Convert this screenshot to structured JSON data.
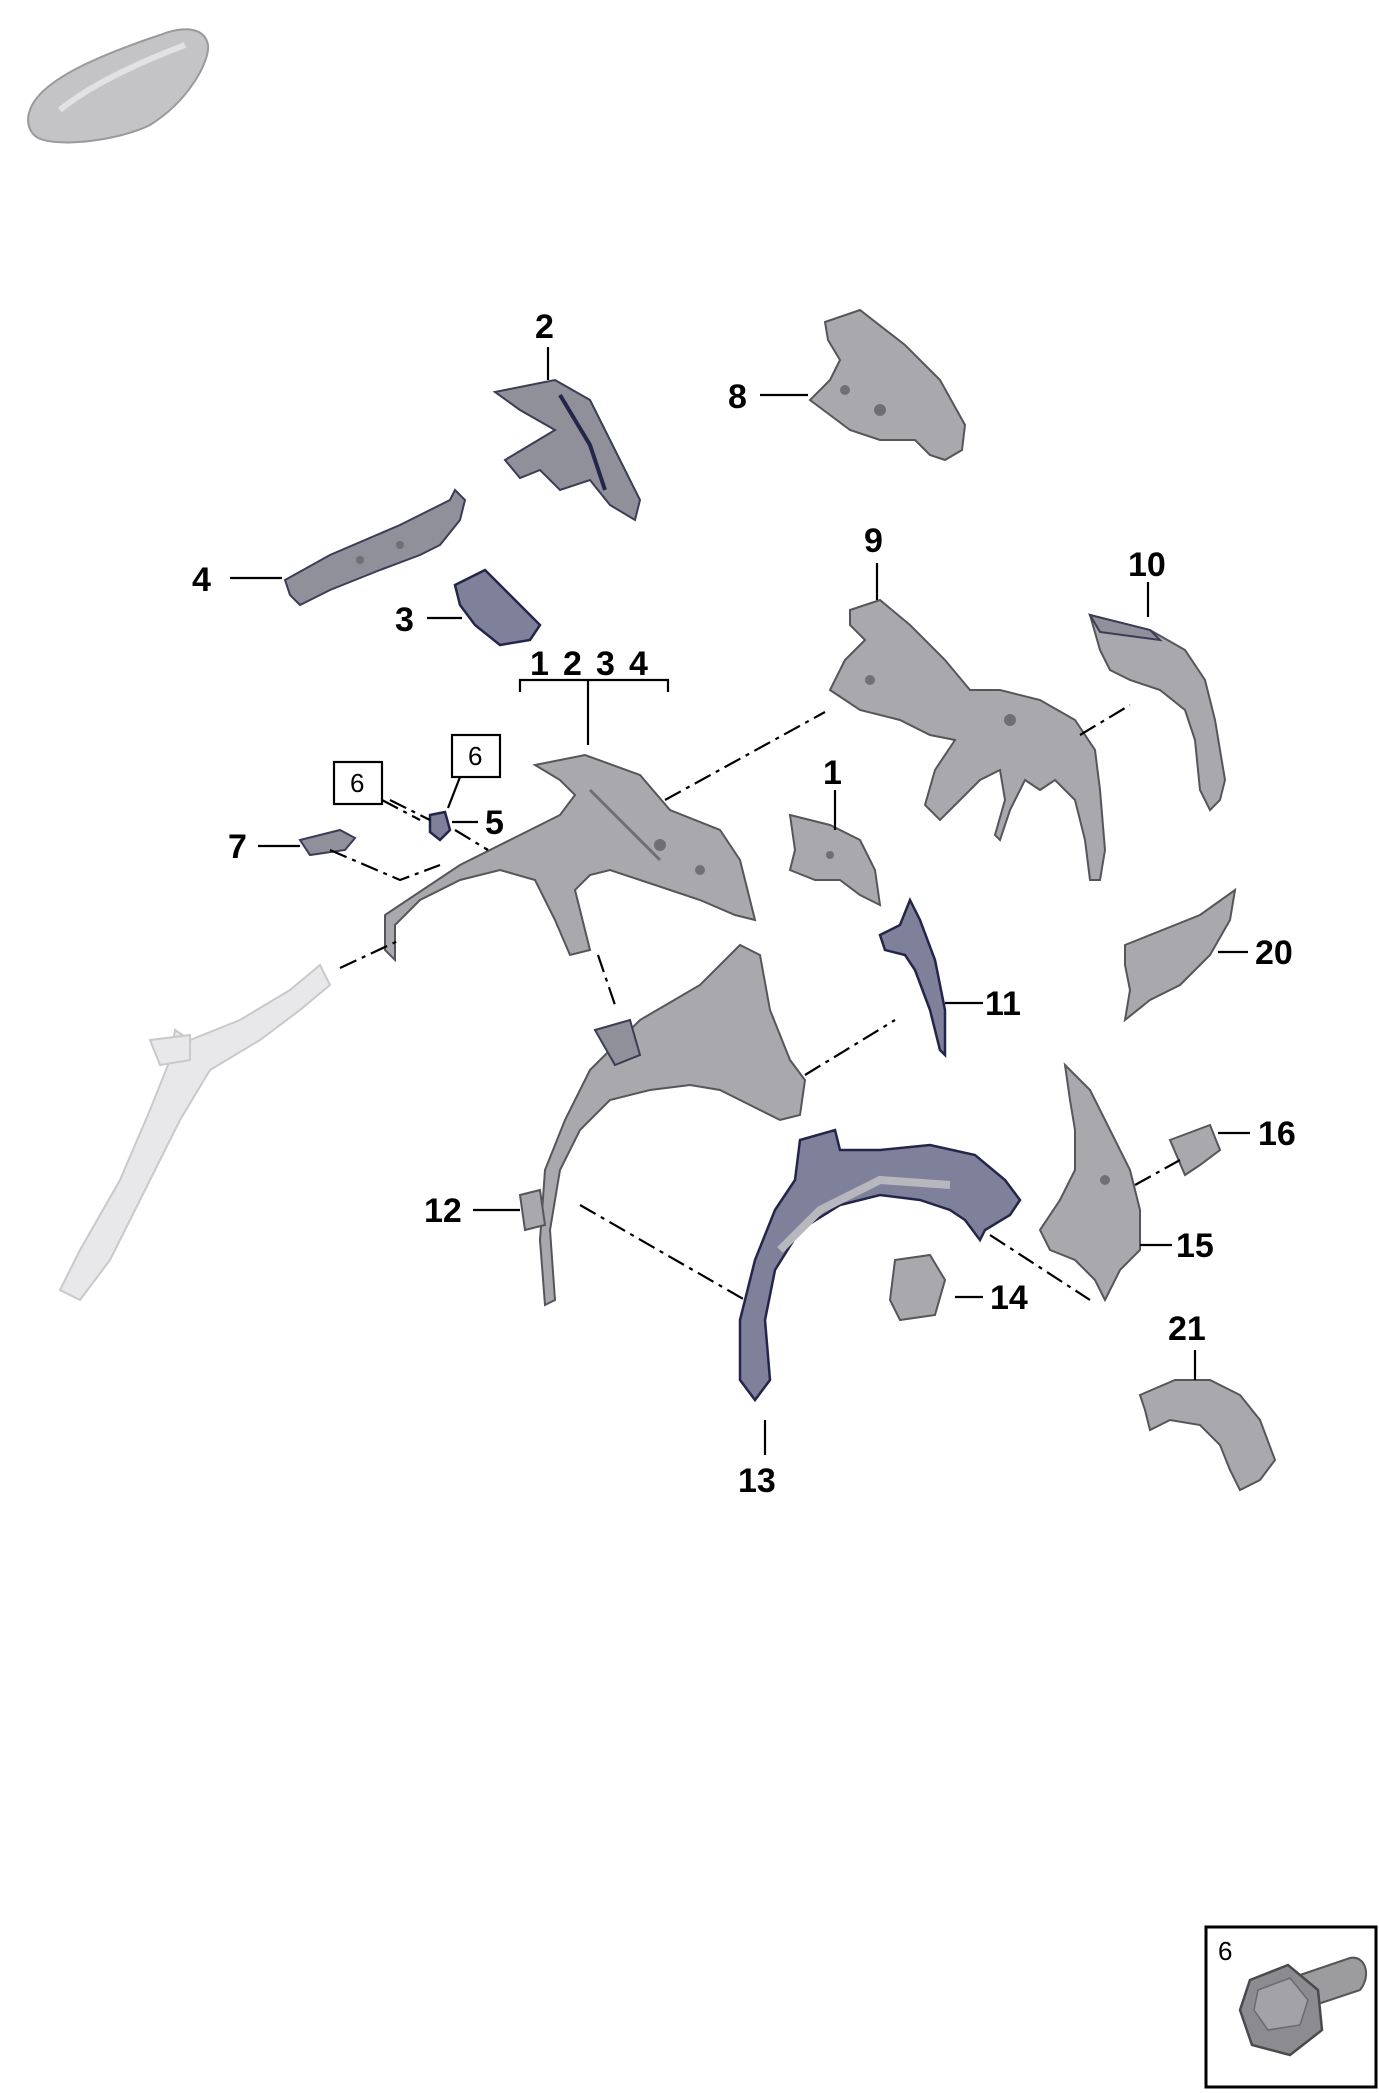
{
  "labels": {
    "l1": "1",
    "l2": "2",
    "l3": "3",
    "l4": "4",
    "l5": "5",
    "l7": "7",
    "l8": "8",
    "l9": "9",
    "l10": "10",
    "l11": "11",
    "l12": "12",
    "l13": "13",
    "l14": "14",
    "l15": "15",
    "l16": "16",
    "l20": "20",
    "l21": "21"
  },
  "group_label": {
    "n1": "1",
    "n2": "2",
    "n3": "3",
    "n4": "4"
  },
  "boxed_refs": {
    "ref_a": "6",
    "ref_b": "6"
  },
  "detail_box": {
    "number": "6"
  },
  "colors": {
    "part_gray": "#a9a9ad",
    "part_navy": "#23264a",
    "ghost_part": "#e8e8ea",
    "line": "#000000"
  }
}
